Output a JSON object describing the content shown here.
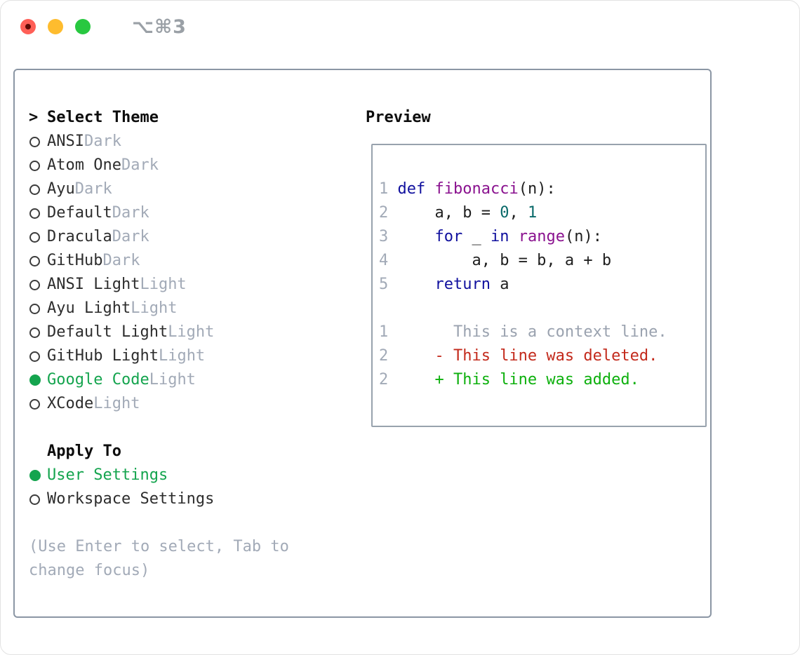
{
  "window": {
    "title": "⌥⌘3",
    "traffic_lights": [
      {
        "name": "close",
        "color": "#ff5f57"
      },
      {
        "name": "minimize",
        "color": "#febc2e"
      },
      {
        "name": "zoom",
        "color": "#28c840"
      }
    ]
  },
  "sidebar": {
    "cursor": ">",
    "header": "Select Theme",
    "themes": [
      {
        "name": "ANSI",
        "variant": "Dark",
        "selected": false
      },
      {
        "name": "Atom One",
        "variant": "Dark",
        "selected": false
      },
      {
        "name": "Ayu",
        "variant": "Dark",
        "selected": false
      },
      {
        "name": "Default",
        "variant": "Dark",
        "selected": false
      },
      {
        "name": "Dracula",
        "variant": "Dark",
        "selected": false
      },
      {
        "name": "GitHub",
        "variant": "Dark",
        "selected": false
      },
      {
        "name": "ANSI Light",
        "variant": "Light",
        "selected": false
      },
      {
        "name": "Ayu Light",
        "variant": "Light",
        "selected": false
      },
      {
        "name": "Default Light",
        "variant": "Light",
        "selected": false
      },
      {
        "name": "GitHub Light",
        "variant": "Light",
        "selected": false
      },
      {
        "name": "Google Code",
        "variant": "Light",
        "selected": true
      },
      {
        "name": "XCode",
        "variant": "Light",
        "selected": false
      }
    ],
    "apply_to": {
      "header": "Apply To",
      "options": [
        {
          "name": "User Settings",
          "selected": true
        },
        {
          "name": "Workspace Settings",
          "selected": false
        }
      ]
    },
    "footer_lines": [
      "(Use Enter to select, Tab to",
      "change focus)"
    ]
  },
  "preview": {
    "header": "Preview",
    "lines": [
      {
        "num": "1",
        "segments": [
          {
            "text": " ",
            "color": "plain"
          },
          {
            "text": "def",
            "color": "keyword"
          },
          {
            "text": " ",
            "color": "plain"
          },
          {
            "text": "fibonacci",
            "color": "type"
          },
          {
            "text": "(n):",
            "color": "plain"
          }
        ]
      },
      {
        "num": "2",
        "segments": [
          {
            "text": "     a, b = ",
            "color": "plain"
          },
          {
            "text": "0",
            "color": "number"
          },
          {
            "text": ", ",
            "color": "plain"
          },
          {
            "text": "1",
            "color": "number"
          }
        ]
      },
      {
        "num": "3",
        "segments": [
          {
            "text": "     ",
            "color": "plain"
          },
          {
            "text": "for",
            "color": "keyword"
          },
          {
            "text": " _ ",
            "color": "plain"
          },
          {
            "text": "in",
            "color": "keyword"
          },
          {
            "text": " ",
            "color": "plain"
          },
          {
            "text": "range",
            "color": "type"
          },
          {
            "text": "(n):",
            "color": "plain"
          }
        ]
      },
      {
        "num": "4",
        "segments": [
          {
            "text": "         a, b = b, a + b",
            "color": "plain"
          }
        ]
      },
      {
        "num": "5",
        "segments": [
          {
            "text": "     ",
            "color": "plain"
          },
          {
            "text": "return",
            "color": "keyword"
          },
          {
            "text": " a",
            "color": "plain"
          }
        ]
      },
      {
        "num": "",
        "segments": []
      },
      {
        "num": "1",
        "segments": [
          {
            "text": "       This is a context line.",
            "color": "context"
          }
        ]
      },
      {
        "num": "2",
        "segments": [
          {
            "text": "     - This line was deleted.",
            "color": "deleted"
          }
        ]
      },
      {
        "num": "2",
        "segments": [
          {
            "text": "     + This line was added.",
            "color": "added"
          }
        ]
      }
    ]
  },
  "colors": {
    "plain": "#1f1f1f",
    "keyword": "#10109e",
    "type": "#8a128f",
    "number": "#0a6a6a",
    "lineno": "#a2aab7",
    "context": "#9aa2af",
    "deleted": "#c32a1c",
    "added": "#0db00d",
    "selection_green": "#14a44e",
    "muted": "#a2aab7"
  }
}
